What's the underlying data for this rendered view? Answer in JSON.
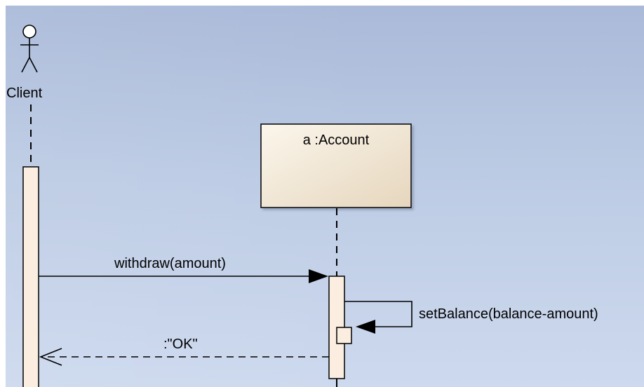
{
  "diagram": {
    "type": "sequence",
    "actor": {
      "name": "Client",
      "icon": "stick-figure-icon"
    },
    "lifeline_object": {
      "label": "a :Account"
    },
    "messages": [
      {
        "label": "withdraw(amount)",
        "kind": "synchronous-call"
      },
      {
        "label": "setBalance(balance-amount)",
        "kind": "self-call"
      },
      {
        "label": ":\"OK\"",
        "kind": "return"
      }
    ],
    "colors": {
      "activation_fill": "#fbeee0",
      "object_fill": "#efe3cf",
      "background_top": "#a9b9d8",
      "background_bottom": "#cdd9ee"
    }
  }
}
